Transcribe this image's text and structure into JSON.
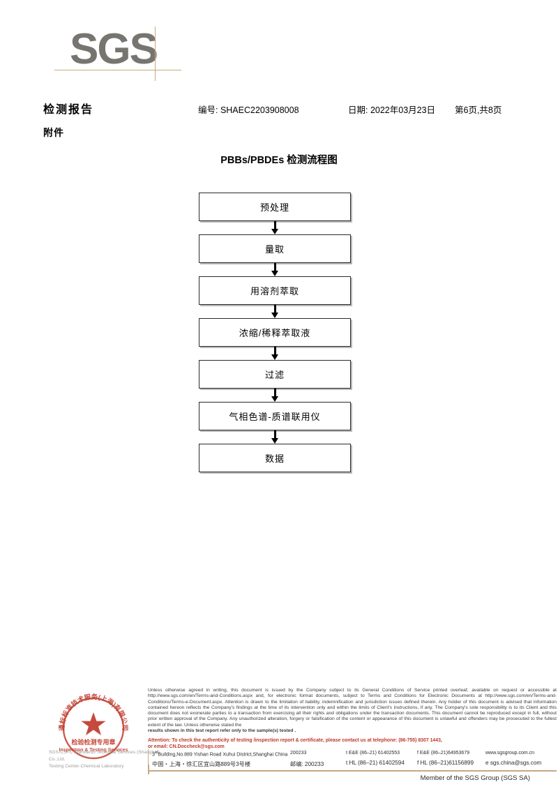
{
  "logo": {
    "text": "SGS"
  },
  "header": {
    "title": "检测报告",
    "report_no": "编号: SHAEC2203908008",
    "date": "日期: 2022年03月23日",
    "page": "第6页,共8页",
    "attachment_label": "附件"
  },
  "flowchart": {
    "title": "PBBs/PBDEs 检测流程图",
    "steps": [
      {
        "label": "预处理"
      },
      {
        "label": "量取"
      },
      {
        "label": "用溶剂萃取"
      },
      {
        "label": "浓缩/稀释萃取液"
      },
      {
        "label": "过滤"
      },
      {
        "label": "气相色谱-质谱联用仪"
      },
      {
        "label": "数据"
      }
    ]
  },
  "stamp": {
    "outer_text": "通标标准技术服务(上海)有限公司",
    "line1": "检验检测专用章",
    "line2": "Inspection & Testing Services",
    "caption_line1": "SGS-CSTC Standards Technical Services (Shanghai) Co.,Ltd.",
    "caption_line2": "Testing Center-Chemical Laboratory",
    "color": "#c0392b"
  },
  "footer": {
    "legal_paragraphs": [
      "Unless otherwise agreed in writing, this document is issued by the Company subject to its General Conditions of Service printed overleaf, available on request or accessible at http://www.sgs.com/en/Terms-and-Conditions.aspx and, for electronic format documents, subject to Terms and Conditions for Electronic Documents at http://www.sgs.com/en/Terms-and-Conditions/Terms-e-Document.aspx. Attention is drawn to the limitation of liability, indemnification and jurisdiction issues defined therein. Any holder of this document is advised that information contained hereon reflects the Company's findings at the time of its intervention only and within the limits of Client's instructions, if any. The Company's sole responsibility is to its Client and this document does not exonerate parties to a transaction from exercising all their rights and obligations under the transaction documents. This document cannot be reproduced except in full, without prior written approval of the Company. Any unauthorized alteration, forgery or falsification of the content or appearance of this document is unlawful and offenders may be prosecuted to the fullest extent of the law. Unless otherwise stated the",
      "results shown in this test report refer only to the sample(s) tested ."
    ],
    "attention_line1": "Attention: To check the authenticity of testing /inspection report & certificate, please contact us at telephone: (86-755) 8307 1443,",
    "attention_line2": "or email: CN.Doccheck@sgs.com",
    "attention_color": "#c0392b",
    "address_en": "Building,No.889 Yishan Road Xuhui District,Shanghai China",
    "address_en_prefix": "3",
    "address_en_sup": "rd",
    "zip_en": "200233",
    "tel_en": "t E&E (86–21) 61402553",
    "fax_en": "f E&E (86–21)64953679",
    "web": "www.sgsgroup.com.cn",
    "address_cn": "中国・上海・徐汇区宜山路889号3号楼",
    "zip_cn": "邮编: 200233",
    "tel_cn": "t HL (86–21) 61402594",
    "fax_cn": "f HL (86–21)61156899",
    "email": "e  sgs.china@sgs.com",
    "member": "Member of the SGS Group (SGS SA)",
    "accent_color": "#c8a882"
  }
}
